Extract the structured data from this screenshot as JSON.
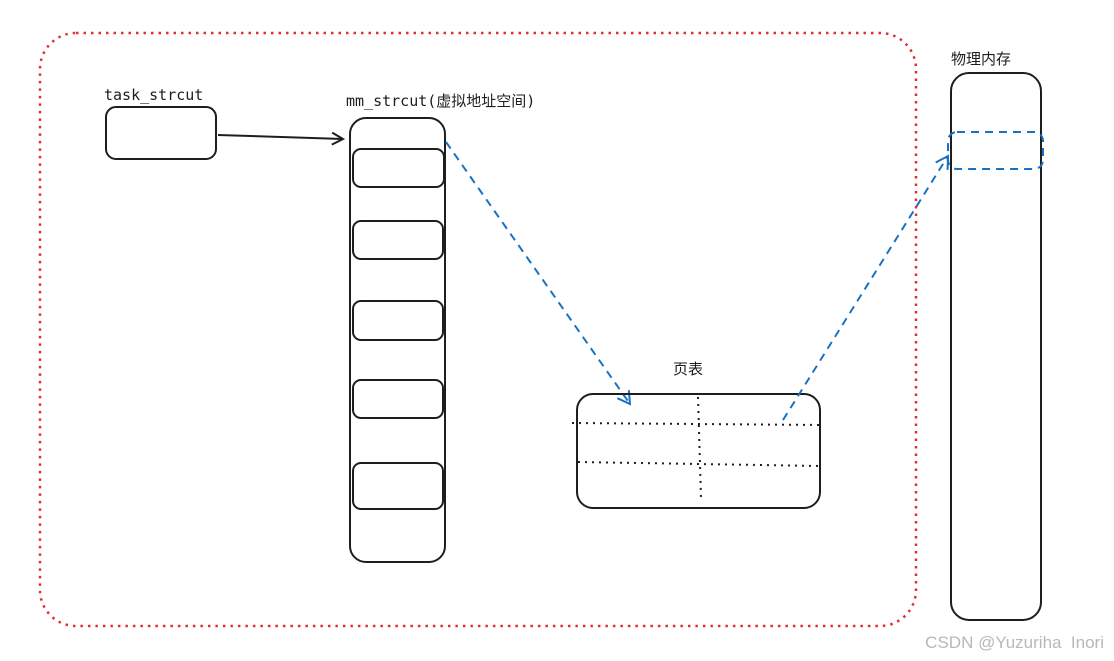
{
  "diagram": {
    "task_struct_label": "task_strcut",
    "mm_struct_label": "mm_strcut(虚拟地址空间)",
    "page_table_label": "页表",
    "physical_memory_label": "物理内存",
    "watermark": "CSDN @Yuzuriha  Inori"
  },
  "colors": {
    "process_boundary": "#e03131",
    "mapping_arrow": "#1971c2",
    "stroke": "#1e1e1e",
    "watermark": "#b8b8b8"
  }
}
